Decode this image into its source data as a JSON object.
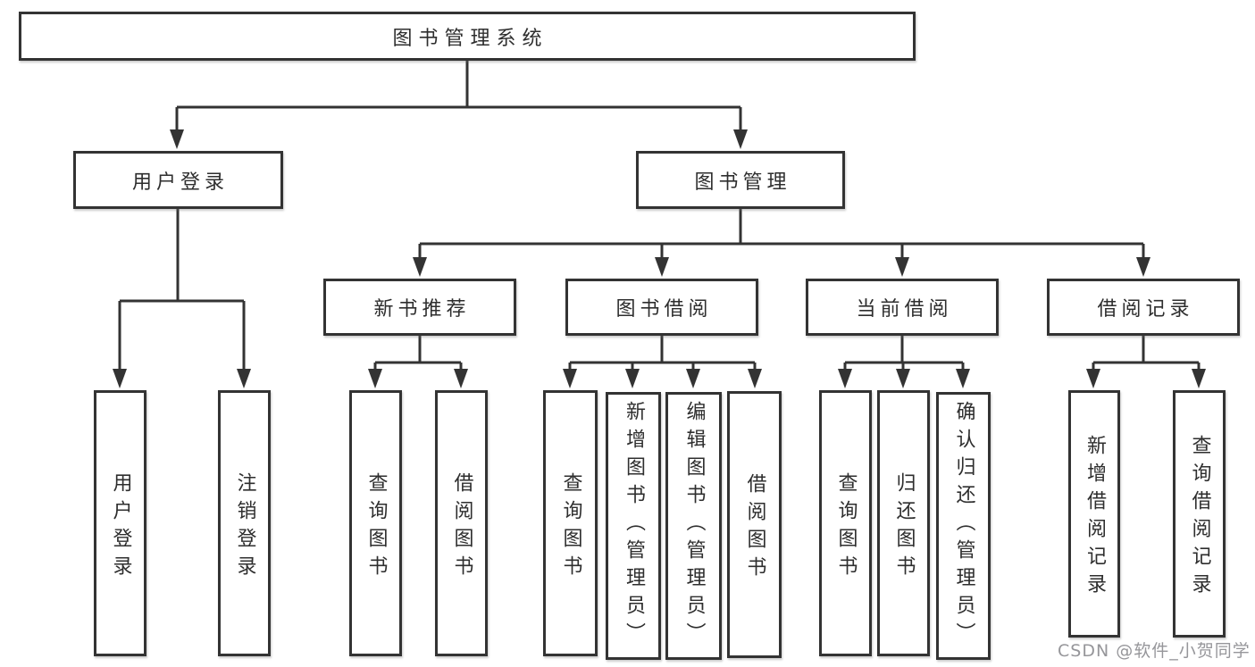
{
  "meta": {
    "background_color": "#ffffff",
    "line_color": "#333333",
    "text_color": "#2e2e2e",
    "watermark_color": "#96969a"
  },
  "diagram": {
    "root": "图书管理系统",
    "user_login": {
      "label": "用户登录",
      "children": [
        "用户登录",
        "注销登录"
      ]
    },
    "book_management": {
      "label": "图书管理",
      "sections": [
        {
          "label": "新书推荐",
          "children": [
            "查询图书",
            "借阅图书"
          ]
        },
        {
          "label": "图书借阅",
          "children": [
            "查询图书",
            "新增图书（管理员）",
            "编辑图书（管理员）",
            "借阅图书"
          ]
        },
        {
          "label": "当前借阅",
          "children": [
            "查询图书",
            "归还图书",
            "确认归还（管理员）"
          ]
        },
        {
          "label": "借阅记录",
          "children": [
            "新增借阅记录",
            "查询借阅记录"
          ]
        }
      ]
    }
  },
  "watermark": "CSDN @软件_小贺同学"
}
